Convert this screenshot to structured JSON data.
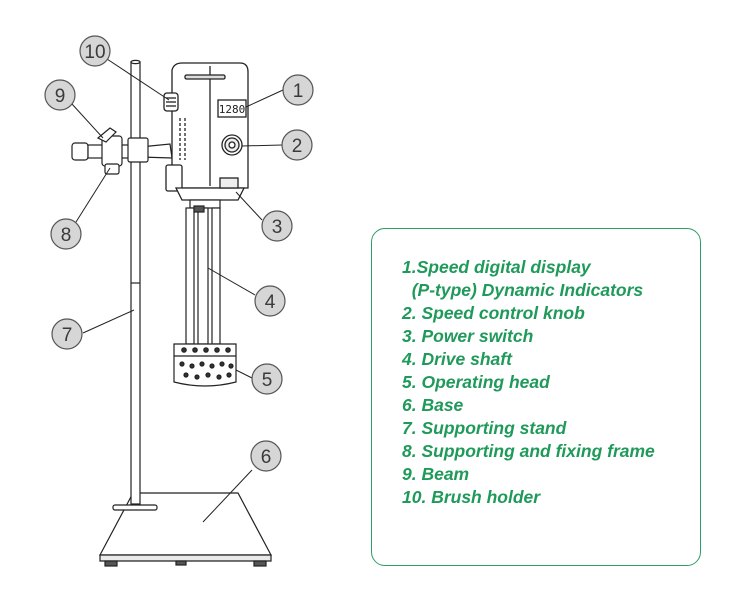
{
  "callouts": [
    "1",
    "2",
    "3",
    "4",
    "5",
    "6",
    "7",
    "8",
    "9",
    "10"
  ],
  "legend": {
    "items": [
      "1.Speed digital display",
      "  (P-type) Dynamic Indicators",
      "2. Speed control knob",
      "3. Power switch",
      "4. Drive shaft",
      "5. Operating head",
      "6. Base",
      "7. Supporting stand",
      "8. Supporting and fixing frame",
      "9. Beam",
      "10. Brush holder"
    ]
  },
  "colors": {
    "legend_text": "#1f9a5a",
    "legend_border": "#2f9e64",
    "callout_fill": "#d6d6d6",
    "line_art": "#222222"
  }
}
